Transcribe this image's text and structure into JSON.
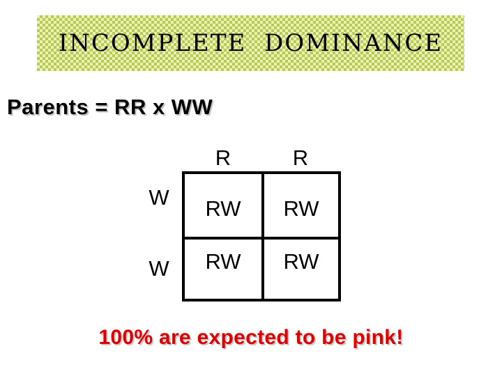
{
  "slide": {
    "background_color": "#ffffff",
    "title_banner": {
      "text": "INCOMPLETE  DOMINANCE",
      "pattern_color_dark": "#b5cc52",
      "pattern_color_light": "#eef0b8",
      "text_color": "#000000"
    },
    "parents_line": {
      "text": "Parents = RR x WW",
      "color": "#000000"
    },
    "conclusion": {
      "text": "100% are expected to be pink!",
      "color": "#e00000"
    }
  },
  "punnett": {
    "column_headers": [
      "R",
      "R"
    ],
    "row_headers": [
      "W",
      "W"
    ],
    "cells": [
      [
        "RW",
        "RW"
      ],
      [
        "RW",
        "RW"
      ]
    ],
    "border_color": "#000000"
  },
  "chart_data": {
    "type": "table",
    "title": "INCOMPLETE  DOMINANCE",
    "subtitle": "Parents = RR x WW",
    "annotation": "100% are expected to be pink!",
    "columns": [
      "R",
      "R"
    ],
    "rows": [
      "W",
      "W"
    ],
    "values": [
      [
        "RW",
        "RW"
      ],
      [
        "RW",
        "RW"
      ]
    ]
  }
}
